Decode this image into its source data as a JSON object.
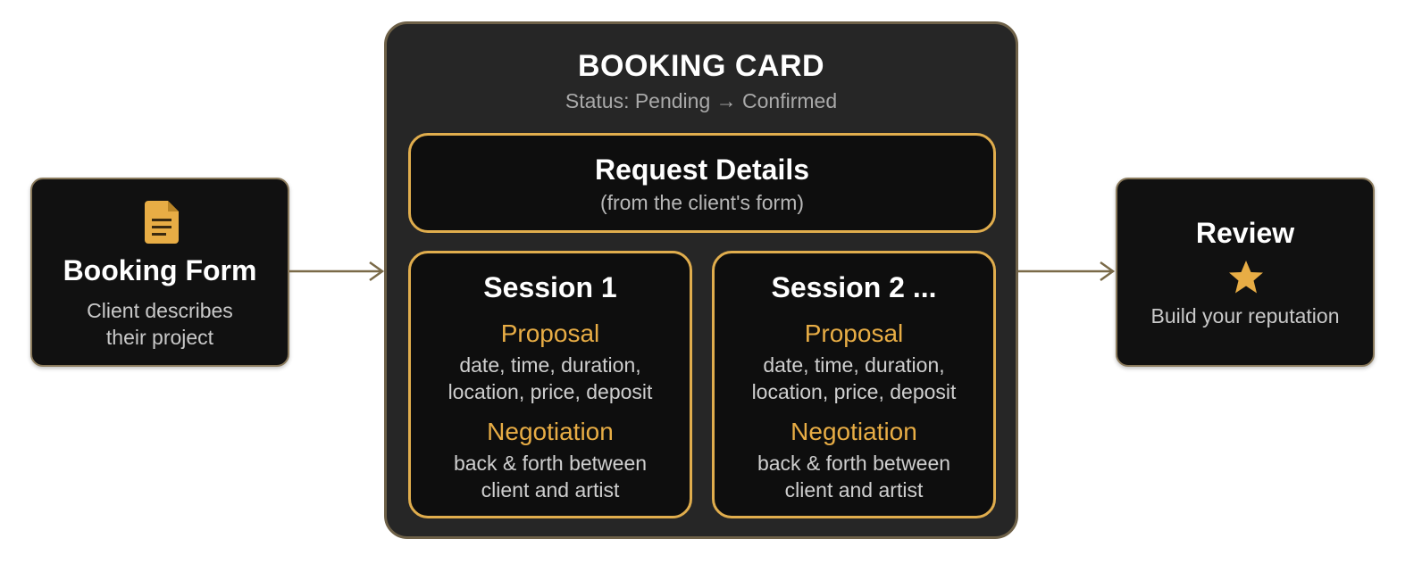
{
  "booking_form": {
    "title": "Booking Form",
    "description": "Client describes their project",
    "icon": "document-icon"
  },
  "booking_card": {
    "title": "BOOKING CARD",
    "status": "Status: Pending → Confirmed",
    "request_details": {
      "title": "Request Details",
      "subtitle": "(from the client's form)"
    },
    "sessions": [
      {
        "title": "Session 1",
        "proposal_heading": "Proposal",
        "proposal_text": "date, time, duration, location, price, deposit",
        "negotiation_heading": "Negotiation",
        "negotiation_text": "back & forth between client and artist"
      },
      {
        "title": "Session 2 ...",
        "proposal_heading": "Proposal",
        "proposal_text": "date, time, duration, location, price, deposit",
        "negotiation_heading": "Negotiation",
        "negotiation_text": "back & forth between client and artist"
      }
    ]
  },
  "review": {
    "title": "Review",
    "description": "Build your reputation",
    "icon": "star-icon"
  },
  "colors": {
    "accent": "#e8ad45",
    "box_bg": "#111111",
    "card_bg": "#262626"
  }
}
